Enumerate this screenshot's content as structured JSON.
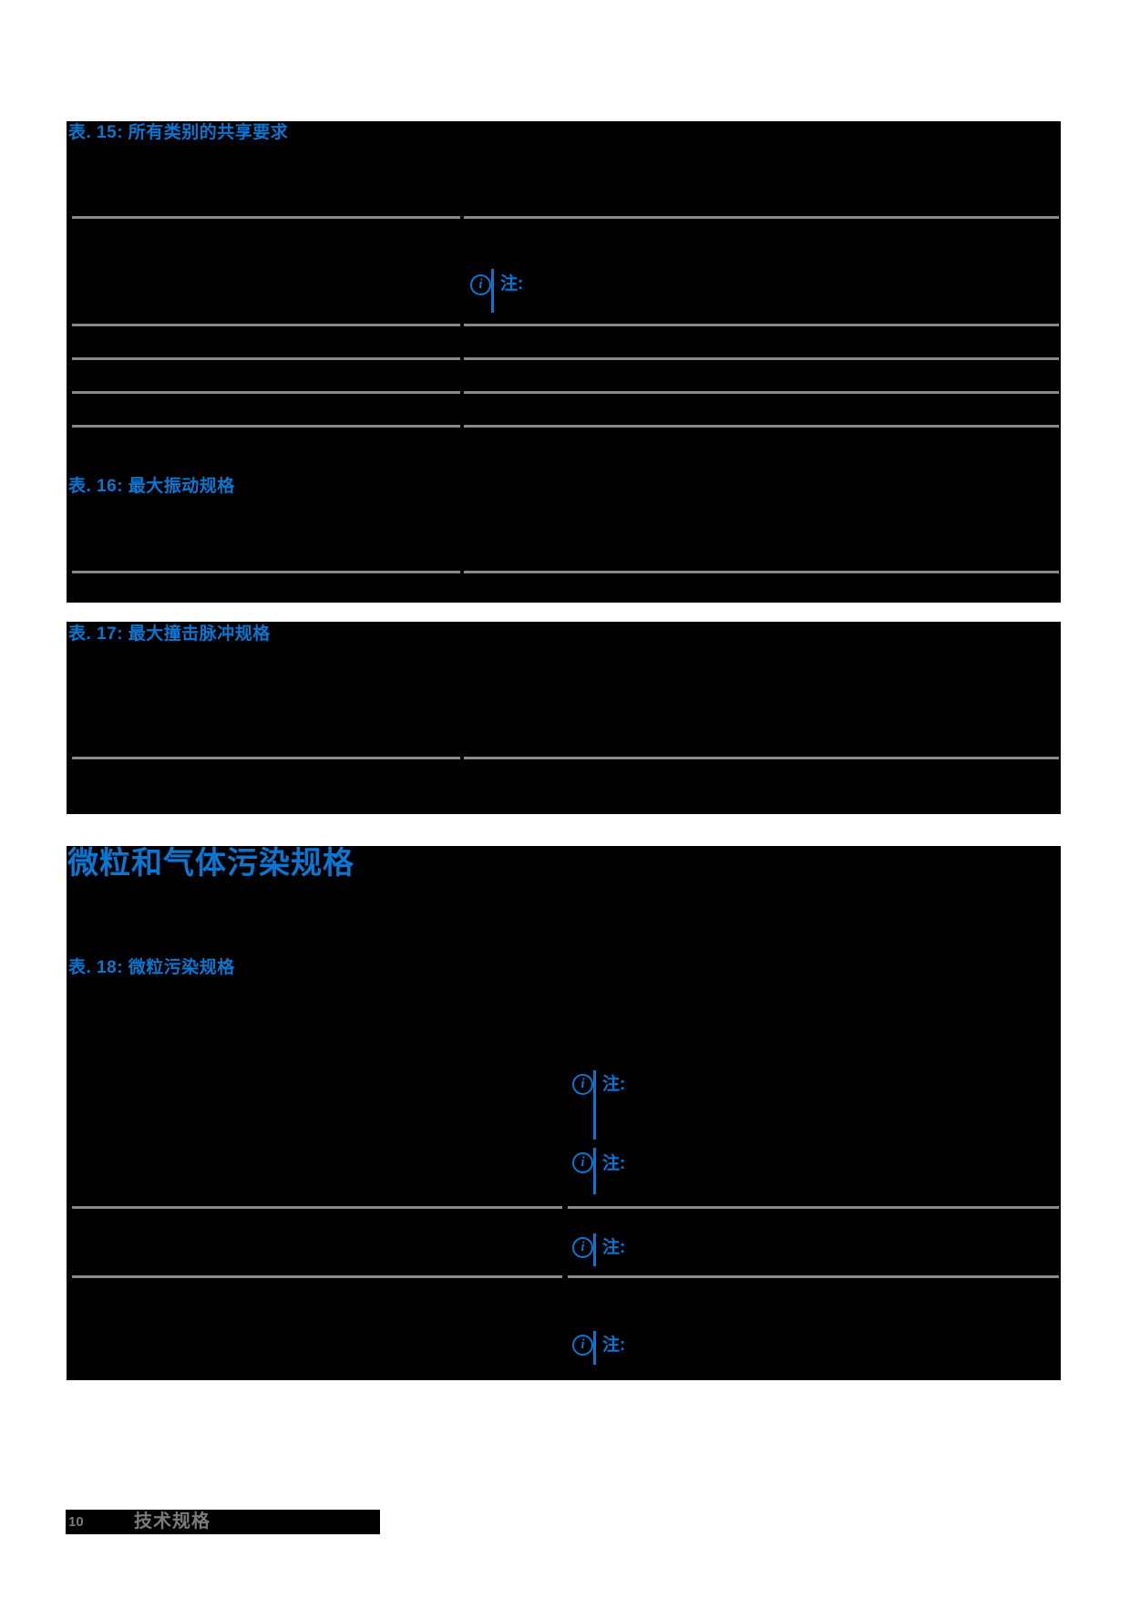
{
  "colors": {
    "accent_blue": "#0b76d2",
    "divider_gray": "#8a8a8a",
    "footer_text_gray": "#7b7b7b",
    "block_background": "#000000",
    "page_background": "#ffffff"
  },
  "section": {
    "heading": "微粒和气体污染规格"
  },
  "tables": {
    "t15_caption": "表. 15: 所有类别的共享要求",
    "t16_caption": "表. 16: 最大振动规格",
    "t17_caption": "表. 17: 最大撞击脉冲规格",
    "t18_caption": "表. 18: 微粒污染规格"
  },
  "note": {
    "icon_glyph": "i",
    "label": "注:"
  },
  "footer": {
    "page_number": "10",
    "chapter_title": "技术规格"
  }
}
